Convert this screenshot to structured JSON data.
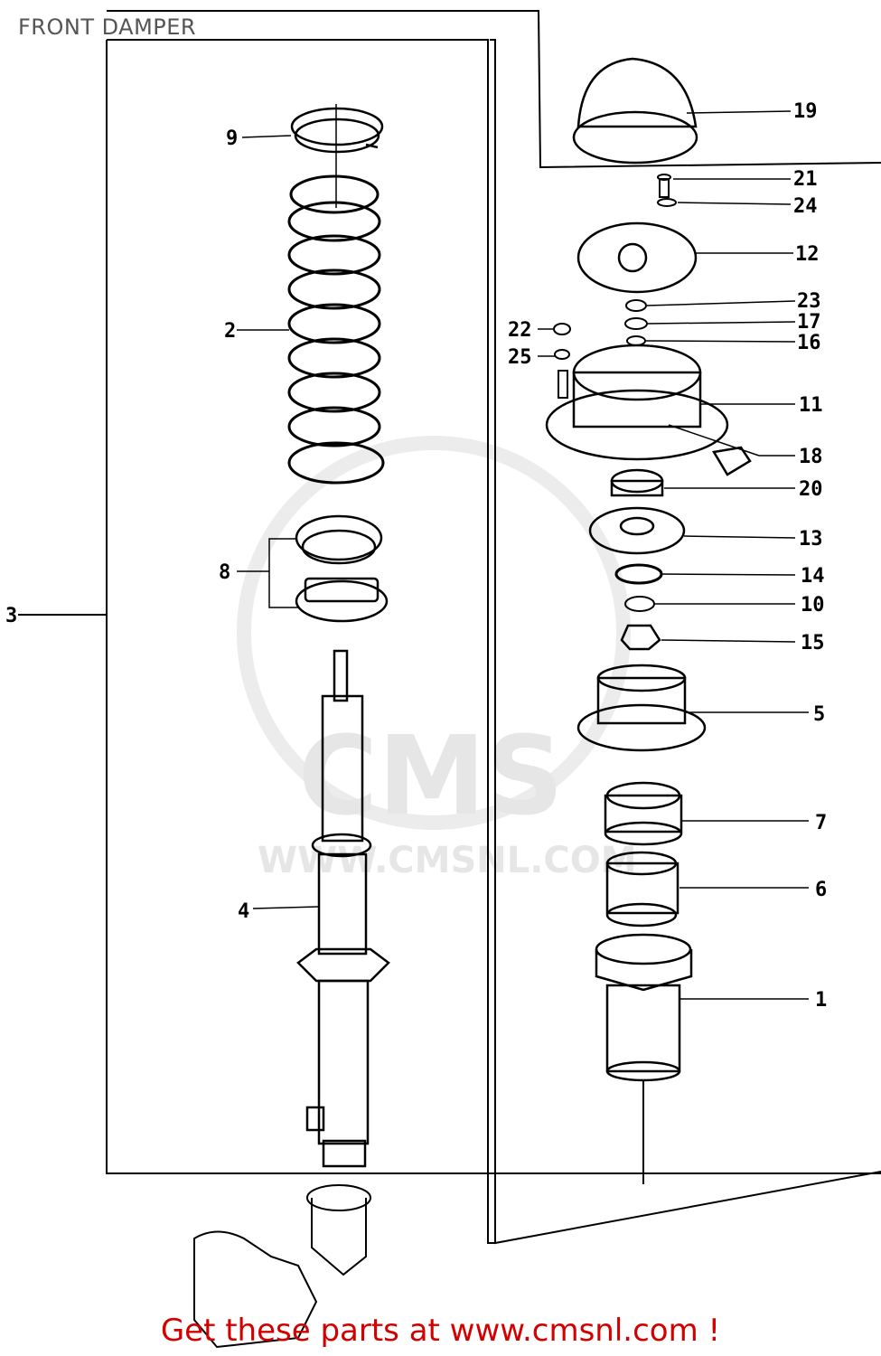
{
  "title": "FRONT DAMPER",
  "footer_text": "Get these parts at www.cmsnl.com !",
  "watermark": {
    "brand": "CMS",
    "url": "WWW.CMSNL.COM"
  },
  "colors": {
    "line": "#000000",
    "footer": "#d40000",
    "title": "#555555",
    "watermark": "#e6e6e6"
  },
  "callouts": [
    {
      "id": "9",
      "part": "spring-seat-upper"
    },
    {
      "id": "2",
      "part": "coil-spring"
    },
    {
      "id": "8",
      "part": "spring-seat-pair"
    },
    {
      "id": "3",
      "part": "damper-assembly"
    },
    {
      "id": "4",
      "part": "damper-strut"
    },
    {
      "id": "19",
      "part": "dust-cap"
    },
    {
      "id": "21",
      "part": "bolt"
    },
    {
      "id": "24",
      "part": "washer"
    },
    {
      "id": "12",
      "part": "mount-plate"
    },
    {
      "id": "23",
      "part": "nut"
    },
    {
      "id": "17",
      "part": "washer"
    },
    {
      "id": "16",
      "part": "washer"
    },
    {
      "id": "22",
      "part": "nut"
    },
    {
      "id": "25",
      "part": "washer"
    },
    {
      "id": "11",
      "part": "upper-mount"
    },
    {
      "id": "18",
      "part": "bracket"
    },
    {
      "id": "20",
      "part": "bearing"
    },
    {
      "id": "13",
      "part": "plate"
    },
    {
      "id": "14",
      "part": "seal"
    },
    {
      "id": "10",
      "part": "o-ring"
    },
    {
      "id": "15",
      "part": "collar"
    },
    {
      "id": "5",
      "part": "rubber-mount"
    },
    {
      "id": "7",
      "part": "bump-rubber"
    },
    {
      "id": "6",
      "part": "bump-stop"
    },
    {
      "id": "1",
      "part": "dust-boot"
    }
  ]
}
